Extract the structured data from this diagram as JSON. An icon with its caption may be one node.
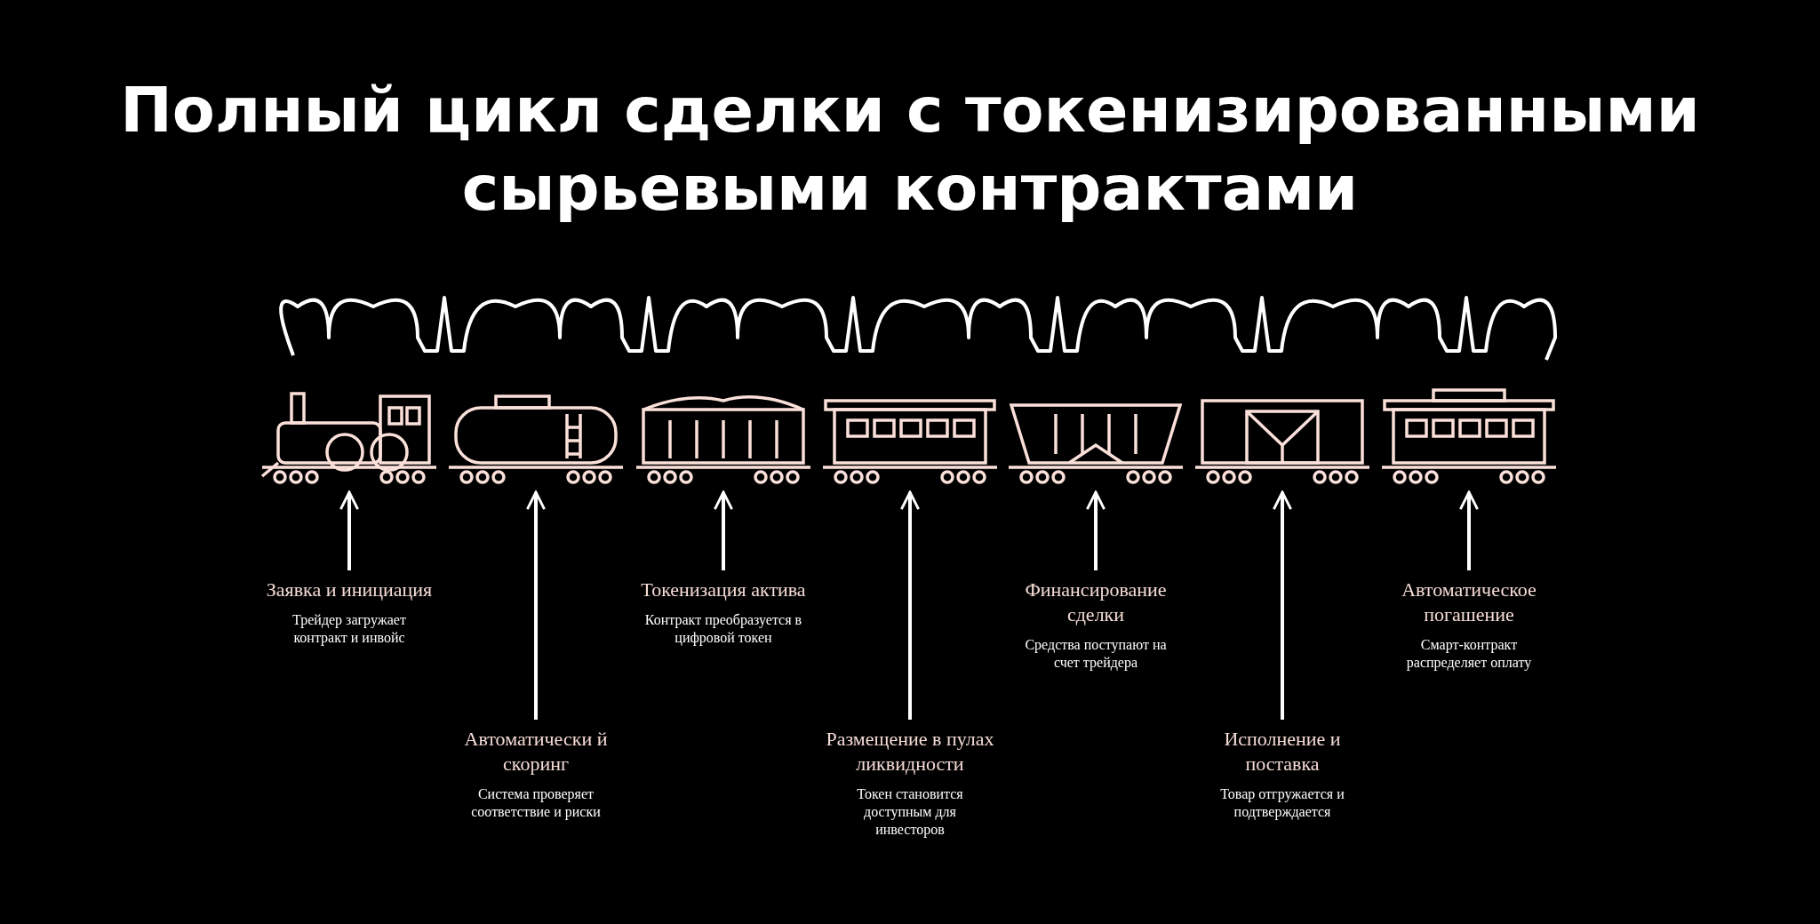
{
  "diagram": {
    "title": "Полный цикл сделки с токенизированными сырьевыми контрактами",
    "nodes": [
      {
        "text": [],
        "shape": "picture"
      },
      {
        "text": [],
        "shape": "picture"
      },
      {
        "text": [],
        "shape": "picture"
      },
      {
        "text": [],
        "shape": "picture"
      },
      {
        "text": [],
        "shape": "picture"
      },
      {
        "text": [],
        "shape": "picture"
      },
      {
        "text": [],
        "shape": "picture"
      },
      {
        "text": [
          "Заявка и инициация",
          "Трейдер загружает контракт и инвойс"
        ]
      },
      {
        "text": [
          "Автоматически й скоринг",
          "Система проверяет соответствие и риски"
        ]
      },
      {
        "text": [
          "Токенизация актива",
          "Контракт преобразуется в цифровой токен"
        ]
      },
      {
        "text": [
          "Размещение в пулах ликвидности",
          "Токен становится доступным для инвесторов"
        ]
      },
      {
        "text": [
          "Финансирование сделки",
          "Средства поступают на счет трейдера"
        ]
      },
      {
        "text": [
          "Исполнение и поставка",
          "Товар отгружается и подтверждается"
        ]
      },
      {
        "text": [
          "Автоматическое погашение",
          "Смарт-контракт распределяет оплату"
        ]
      }
    ],
    "edges": [
      {
        "from": 7,
        "to": 0,
        "arrow": "to"
      },
      {
        "from": 8,
        "to": 1,
        "arrow": "to"
      },
      {
        "from": 9,
        "to": 2,
        "arrow": "to"
      },
      {
        "from": 10,
        "to": 3,
        "arrow": "to"
      },
      {
        "from": 11,
        "to": 4,
        "arrow": "to"
      },
      {
        "from": 12,
        "to": 5,
        "arrow": "to"
      },
      {
        "from": 13,
        "to": 6,
        "arrow": "to"
      }
    ]
  }
}
